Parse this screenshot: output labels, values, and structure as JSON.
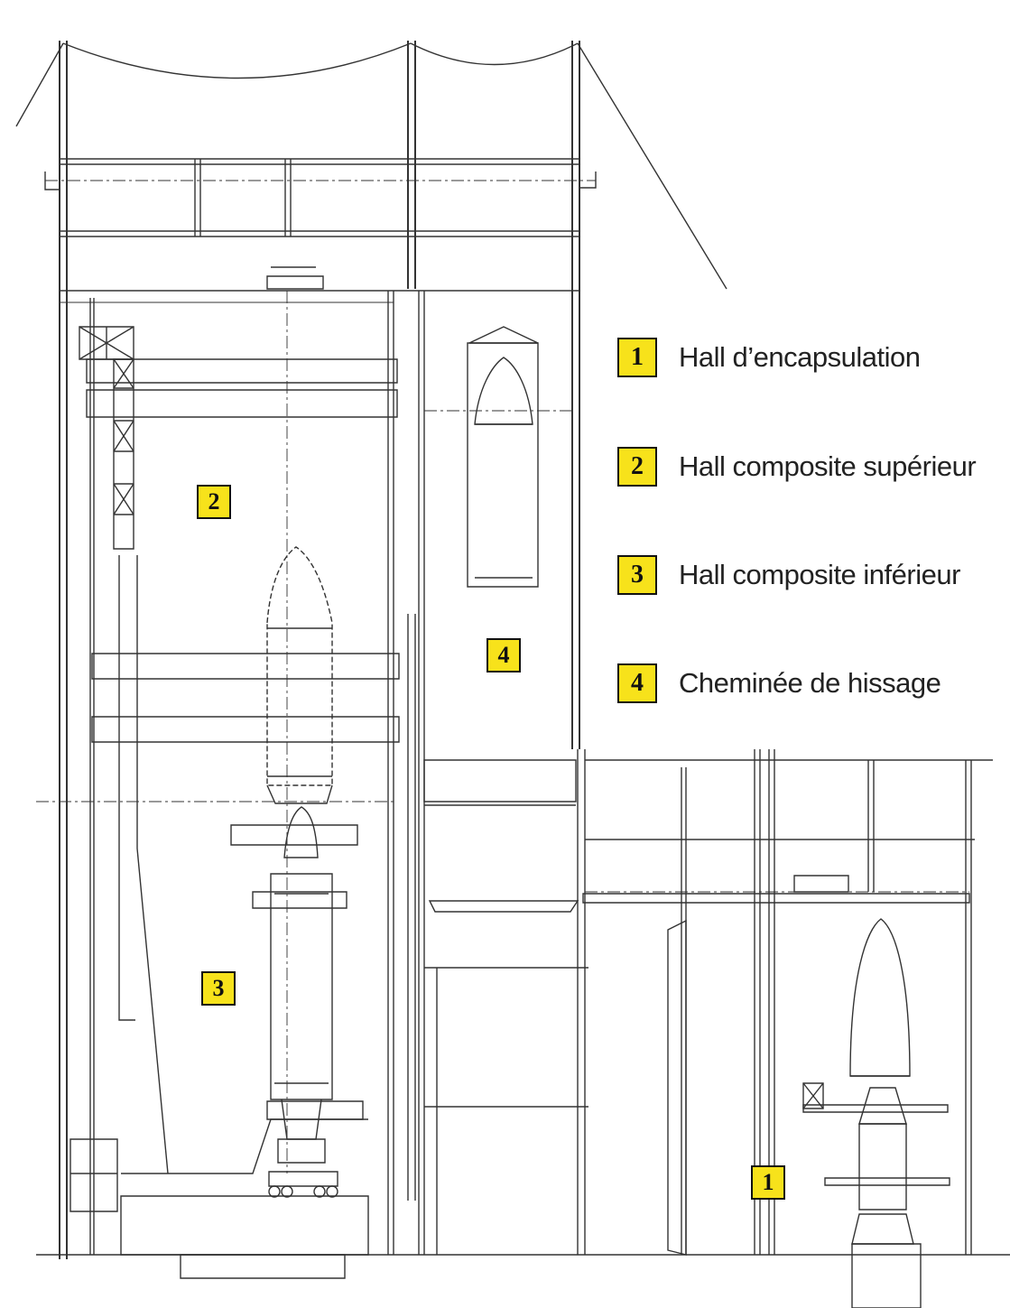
{
  "legend": [
    {
      "number": "1",
      "label": "Hall d’encapsulation"
    },
    {
      "number": "2",
      "label": "Hall composite supérieur"
    },
    {
      "number": "3",
      "label": "Hall composite inférieur"
    },
    {
      "number": "4",
      "label": "Cheminée de hissage"
    }
  ],
  "markers": {
    "m1": "1",
    "m2": "2",
    "m3": "3",
    "m4": "4"
  },
  "colors": {
    "badge": "#f7e21b",
    "line": "#333333"
  }
}
